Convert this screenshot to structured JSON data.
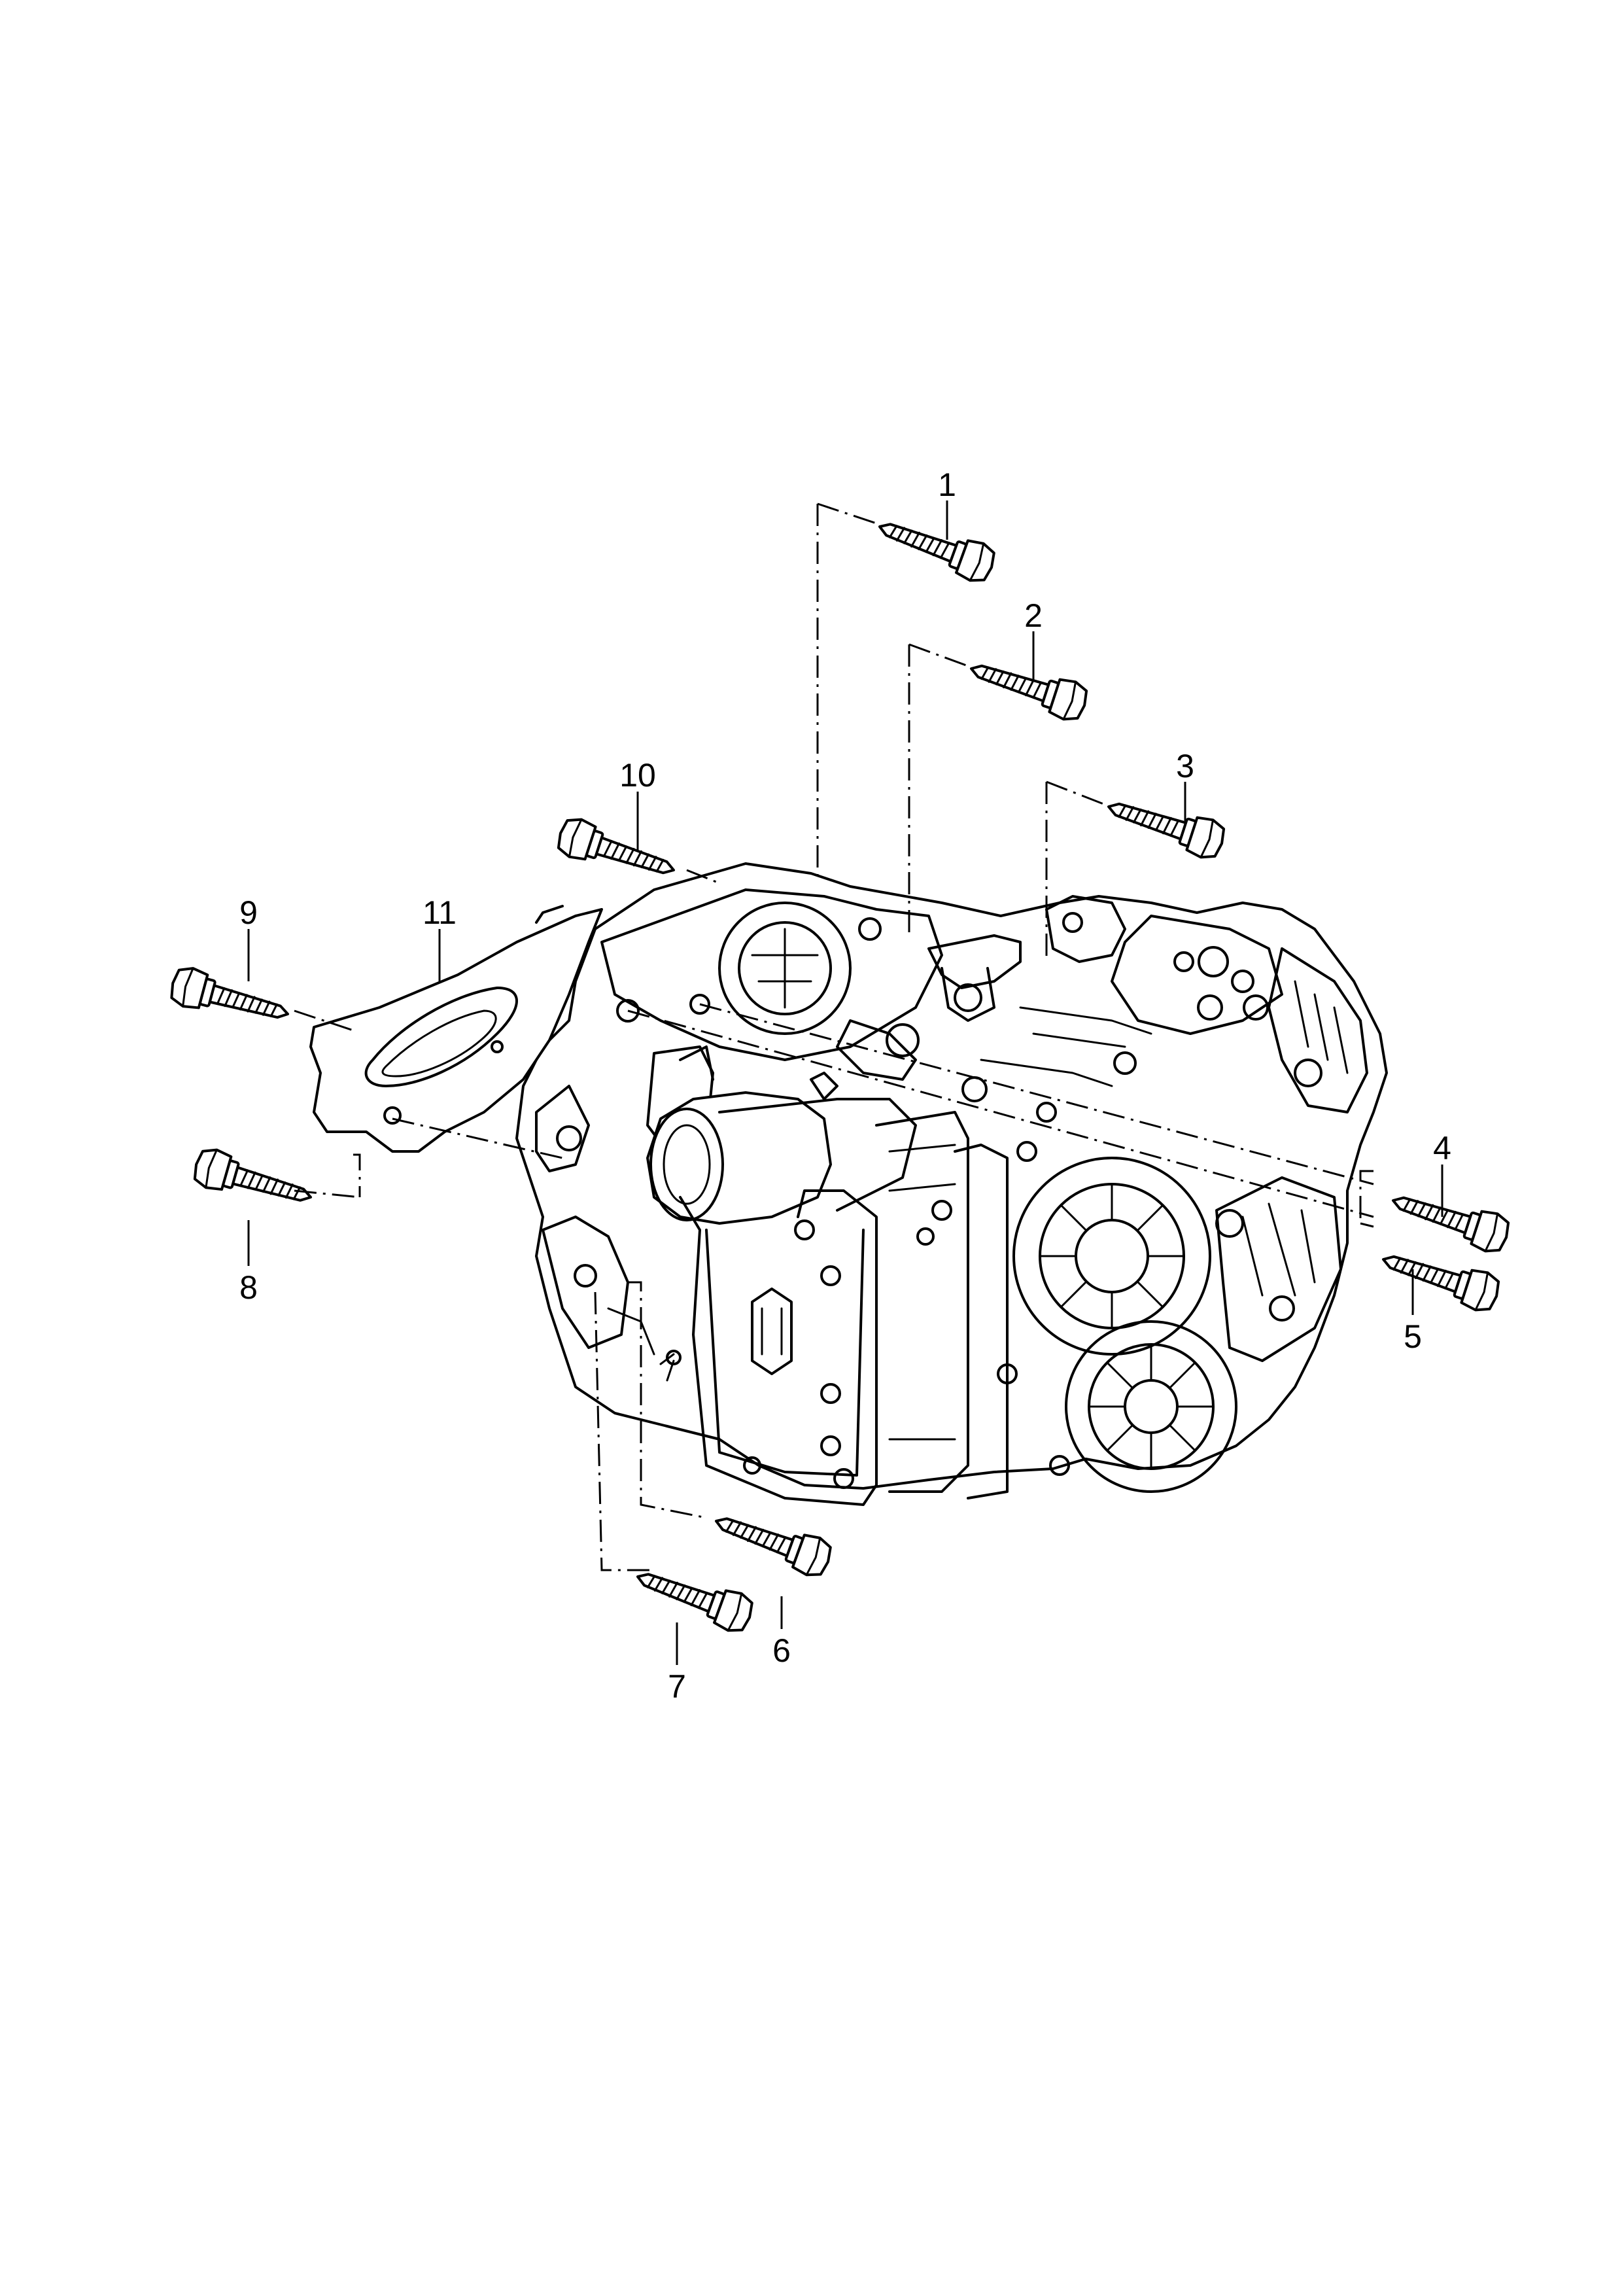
{
  "diagram": {
    "type": "exploded-parts-diagram",
    "assembly": "transmission housing",
    "background": "#ffffff",
    "line_color": "#000000",
    "callouts": [
      {
        "id": "1",
        "label": "1",
        "part": "bolt"
      },
      {
        "id": "2",
        "label": "2",
        "part": "bolt"
      },
      {
        "id": "3",
        "label": "3",
        "part": "bolt"
      },
      {
        "id": "4",
        "label": "4",
        "part": "bolt"
      },
      {
        "id": "5",
        "label": "5",
        "part": "bolt"
      },
      {
        "id": "6",
        "label": "6",
        "part": "bolt"
      },
      {
        "id": "7",
        "label": "7",
        "part": "bolt"
      },
      {
        "id": "8",
        "label": "8",
        "part": "bolt"
      },
      {
        "id": "9",
        "label": "9",
        "part": "bolt"
      },
      {
        "id": "10",
        "label": "10",
        "part": "bolt"
      },
      {
        "id": "11",
        "label": "11",
        "part": "cover plate"
      }
    ]
  }
}
